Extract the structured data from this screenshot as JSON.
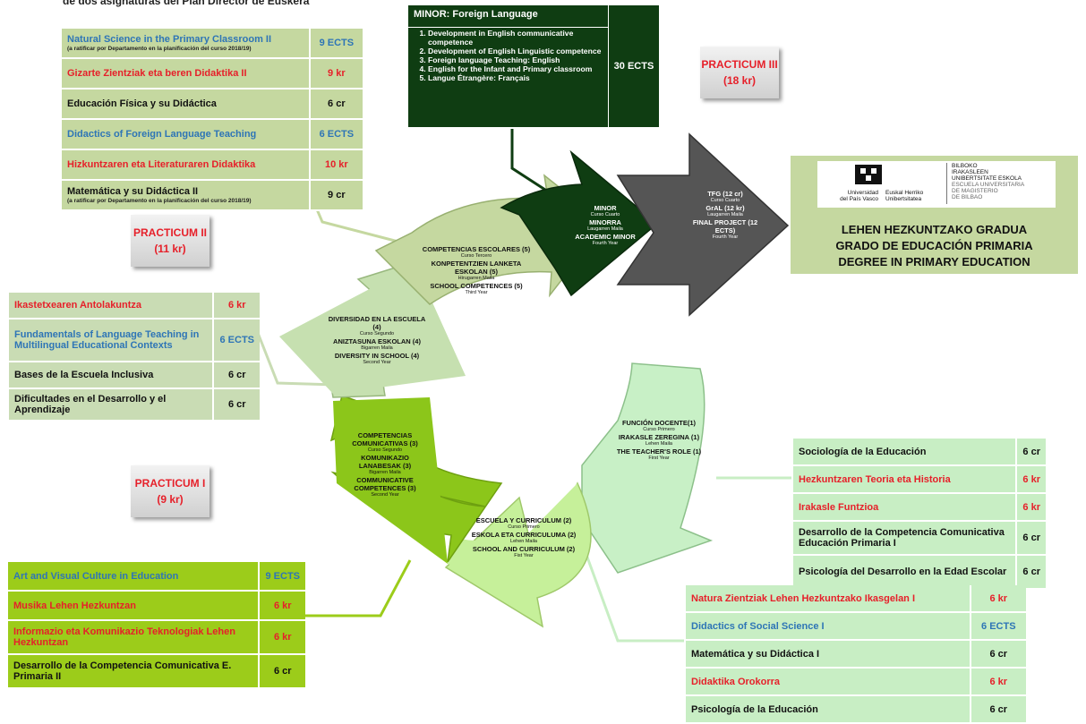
{
  "top_text": "de dos asignaturas del Plan Director de Euskera",
  "year3_table": [
    {
      "name": "Natural Science in the Primary Classroom II",
      "note": "(a ratificar por Departamento en la planificación del curso 2018/19)",
      "credits": "9 ECTS",
      "color": "blue"
    },
    {
      "name": "Gizarte Zientziak eta beren Didaktika II",
      "note": "",
      "credits": "9 kr",
      "color": "red"
    },
    {
      "name": "Educación Física y su Didáctica",
      "note": "",
      "credits": "6 cr",
      "color": "black"
    },
    {
      "name": "Didactics of Foreign Language Teaching",
      "note": "",
      "credits": "6 ECTS",
      "color": "blue"
    },
    {
      "name": "Hizkuntzaren eta Literaturaren Didaktika",
      "note": "",
      "credits": "10 kr",
      "color": "red"
    },
    {
      "name": "Matemática y su Didáctica II",
      "note": "(a ratificar por Departamento en la planificación del curso 2018/19)",
      "credits": "9 cr",
      "color": "black"
    }
  ],
  "minor_box": {
    "title": "MINOR: Foreign Language",
    "items": [
      "Development in English communicative competence",
      "Development of English Linguistic competence",
      "Foreign language Teaching: English",
      "English for the Infant and Primary classroom",
      "Langue Étrangère: Français"
    ],
    "credits": "30 ECTS"
  },
  "practicums": [
    {
      "title": "PRACTICUM III",
      "credits": "(18 kr)"
    },
    {
      "title": "PRACTICUM II",
      "credits": "(11 kr)"
    },
    {
      "title": "PRACTICUM I",
      "credits": "(9 kr)"
    }
  ],
  "logo": {
    "left_lines": [
      "Universidad",
      "del País Vasco"
    ],
    "mid_lines": [
      "Euskal Herriko",
      "Unibertsitatea"
    ],
    "right_lines": [
      "BILBOKO",
      "IRAKASLEEN",
      "UNIBERTSITATE ESKOLA",
      "ESCUELA UNIVERSITARIA",
      "DE MAGISTERIO",
      "DE BILBAO"
    ],
    "degree_lines": [
      "LEHEN HEZKUNTZAKO GRADUA",
      "GRADO DE EDUCACIÓN PRIMARIA",
      "DEGREE IN PRIMARY EDUCATION"
    ]
  },
  "year2_table": [
    {
      "name": "Ikastetxearen Antolakuntza",
      "credits": "6 kr",
      "color": "red"
    },
    {
      "name": "Fundamentals of Language Teaching in Multilingual Educational Contexts",
      "credits": "6 ECTS",
      "color": "blue"
    },
    {
      "name": "Bases de la Escuela Inclusiva",
      "credits": "6 cr",
      "color": "black"
    },
    {
      "name": "Dificultades en el Desarrollo y el Aprendizaje",
      "credits": "6 cr",
      "color": "black"
    }
  ],
  "year1_right_table": [
    {
      "name": "Sociología de la Educación",
      "credits": "6 cr",
      "color": "black"
    },
    {
      "name": "Hezkuntzaren Teoria eta Historia",
      "credits": "6 kr",
      "color": "red"
    },
    {
      "name": "Irakasle Funtzioa",
      "credits": "6 kr",
      "color": "red"
    },
    {
      "name": "Desarrollo de la Competencia Comunicativa Educación Primaria I",
      "credits": "6 cr",
      "color": "black"
    },
    {
      "name": "Psicología del Desarrollo en la Edad Escolar",
      "credits": "6 cr",
      "color": "black"
    }
  ],
  "year1_left_table": [
    {
      "name": "Art and Visual Culture in Education",
      "credits": "9 ECTS",
      "color": "blue"
    },
    {
      "name": "Musika Lehen Hezkuntzan",
      "credits": "6 kr",
      "color": "red"
    },
    {
      "name": "Informazio eta Komunikazio Teknologiak Lehen Hezkuntzan",
      "credits": "6 kr",
      "color": "red"
    },
    {
      "name": "Desarrollo de la Competencia Comunicativa E. Primaria II",
      "credits": "6 cr",
      "color": "black"
    }
  ],
  "year1_bottom_table": [
    {
      "name": "Natura Zientziak Lehen Hezkuntzako Ikasgelan I",
      "credits": "6 kr",
      "color": "red"
    },
    {
      "name": "Didactics of Social Science I",
      "credits": "6 ECTS",
      "color": "blue"
    },
    {
      "name": "Matemática y su Didáctica I",
      "credits": "6 cr",
      "color": "black"
    },
    {
      "name": "Didaktika Orokorra",
      "credits": "6 kr",
      "color": "red"
    },
    {
      "name": "Psicología de la Educación",
      "credits": "6 cr",
      "color": "black"
    }
  ],
  "arrows": {
    "teacher_role": {
      "l1": "FUNCIÓN DOCENTE(1)",
      "l2": "Curso Primero",
      "l3": "IRAKASLE ZEREGINA (1)",
      "l4": "Lehen Maila",
      "l5": "THE TEACHER'S ROLE (1)",
      "l6": "First Year"
    },
    "school_curriculum": {
      "l1": "ESCUELA Y CURRICULUM (2)",
      "l2": "Curso Primero",
      "l3": "ESKOLA ETA CURRICULUMA (2)",
      "l4": "Lehen Maila",
      "l5": "SCHOOL AND CURRICULUM (2)",
      "l6": "Fist Year"
    },
    "communicative": {
      "l1": "COMPETENCIAS COMUNICATIVAS (3)",
      "l2": "Curso Segundo",
      "l3": "KOMUNIKAZIO LANABESAK (3)",
      "l4": "Bigarren Maila",
      "l5": "COMMUNICATIVE COMPETENCES (3)",
      "l6": "Second Year"
    },
    "diversity": {
      "l1": "DIVERSIDAD EN LA ESCUELA (4)",
      "l2": "Curso Segundo",
      "l3": "ANIZTASUNA ESKOLAN (4)",
      "l4": "Bigarren Maila",
      "l5": "DIVERSITY IN SCHOOL (4)",
      "l6": "Second Year"
    },
    "school_comp": {
      "l1": "COMPETENCIAS ESCOLARES (5)",
      "l2": "Curso Tercero",
      "l3": "KONPETENTZIEN LANKETA ESKOLAN (5)",
      "l4": "Hirugarren Maila",
      "l5": "SCHOOL COMPETENCES (5)",
      "l6": "Third Year"
    },
    "minor": {
      "l1": "MINOR",
      "l2": "Curso Cuarto",
      "l3": "MINORRA",
      "l4": "Laugarren Maila",
      "l5": "ACADEMIC MINOR",
      "l6": "Fourth Year"
    },
    "tfg": {
      "l1": "TFG (12 cr)",
      "l2": "Curso Cuarto",
      "l3": "GrAL (12 kr)",
      "l4": "Laugarren Maila",
      "l5": "FINAL PROJECT (12 ECTS)",
      "l6": "Fourth Year"
    }
  },
  "colors": {
    "red": "#e6202a",
    "blue": "#2e75b6",
    "dark_green": "#0f3d12",
    "gray_arrow": "#555555"
  }
}
